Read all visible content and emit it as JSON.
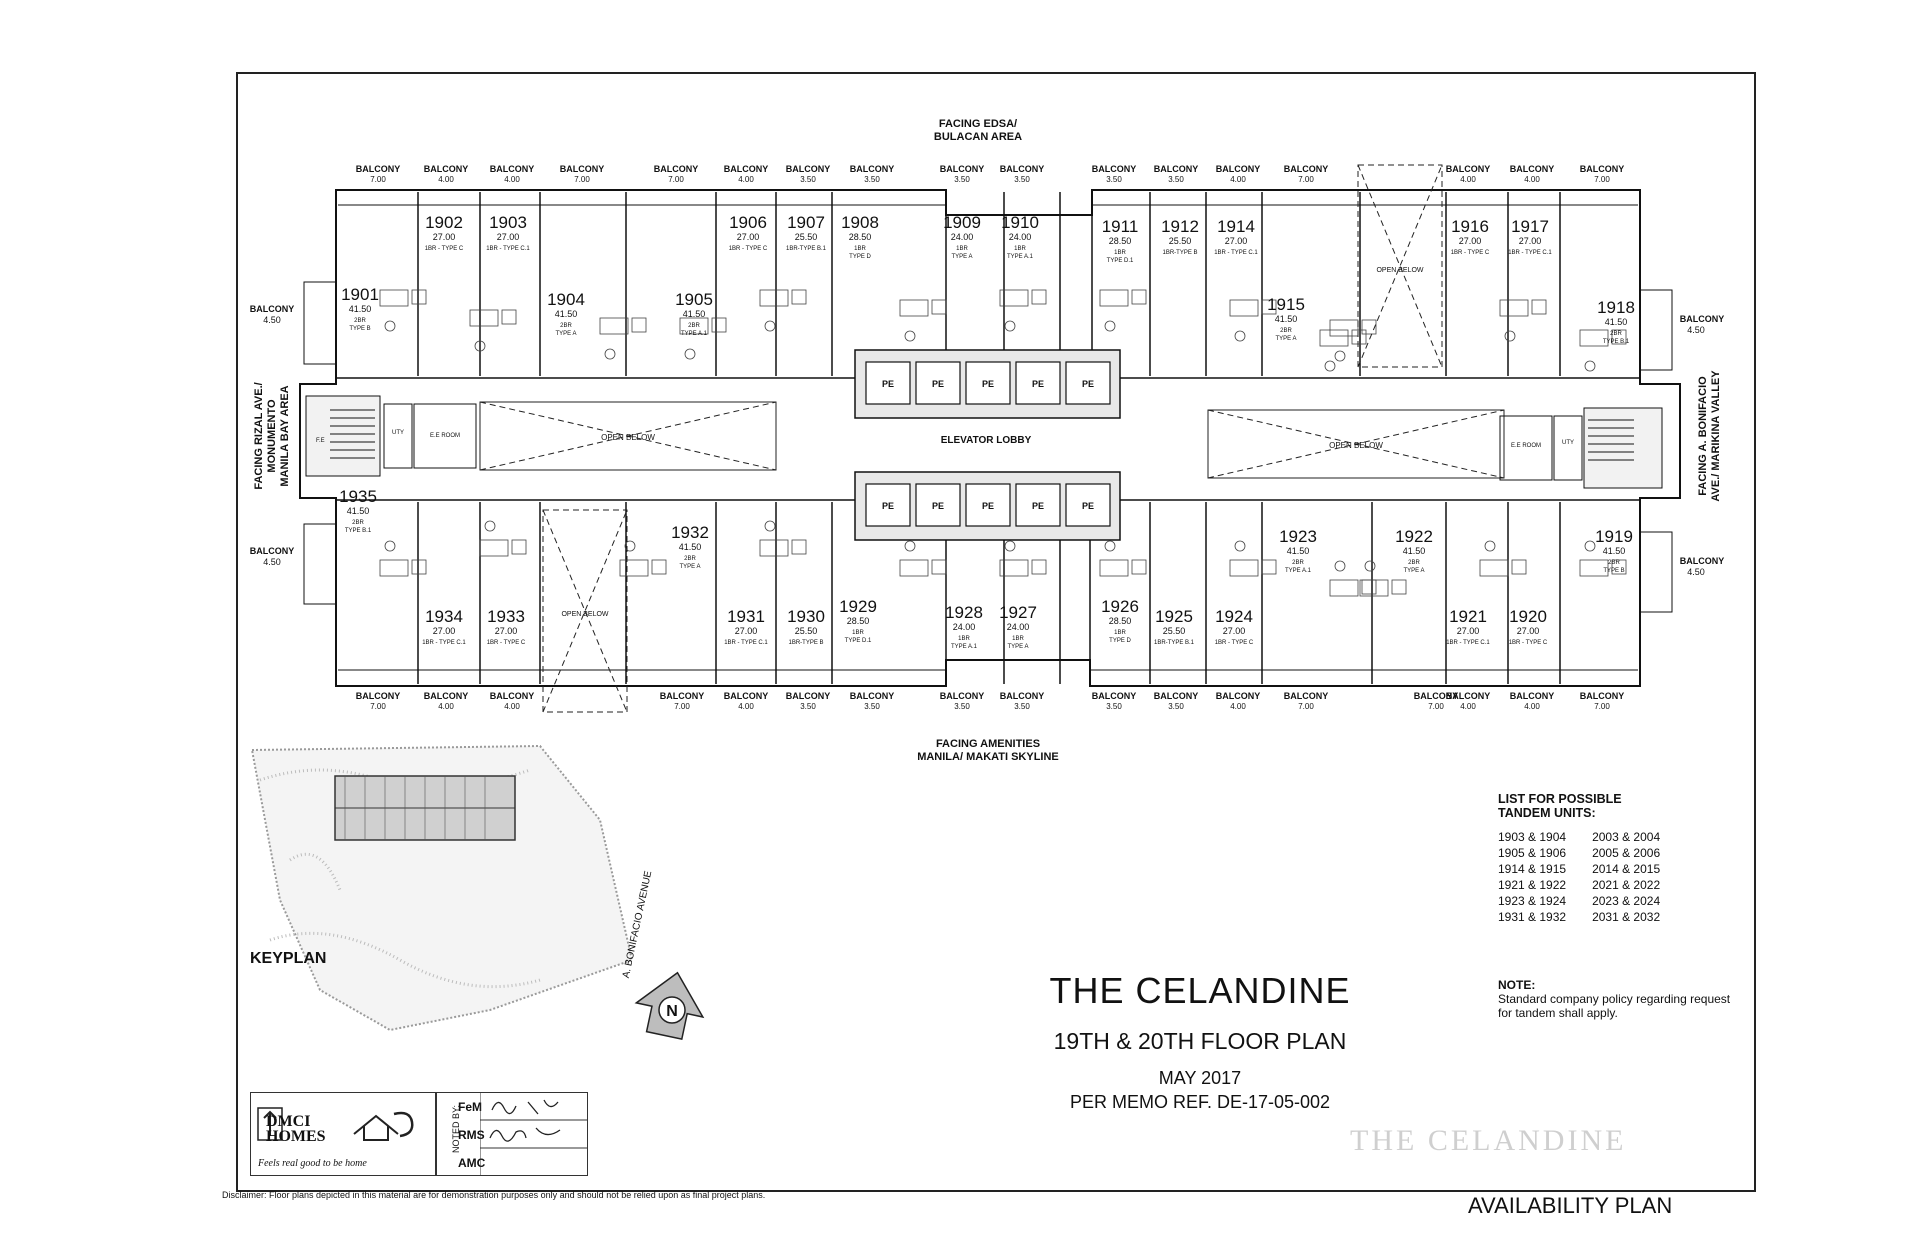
{
  "facing": {
    "top_1": "FACING EDSA/",
    "top_2": "BULACAN AREA",
    "bottom_1": "FACING AMENITIES",
    "bottom_2": "MANILA/ MAKATI SKYLINE",
    "left_1": "FACING RIZAL AVE./",
    "left_2": "MONUMENTO",
    "left_3": "MANILA BAY AREA",
    "right_1": "FACING A. BONIFACIO",
    "right_2": "AVE./ MARIKINA VALLEY"
  },
  "common": {
    "elevator_lobby": "ELEVATOR LOBBY",
    "open_below": "OPEN BELOW",
    "pe": "PE",
    "ee_room": "E.E ROOM",
    "fe": "F.E",
    "uty": "UTY",
    "balcony": "BALCONY",
    "avenue": "A. BONIFACIO AVENUE",
    "north": "N"
  },
  "balconies_top": [
    "7.00",
    "4.00",
    "4.00",
    "7.00",
    "7.00",
    "4.00",
    "3.50",
    "3.50",
    "3.50",
    "3.50",
    "3.50",
    "3.50",
    "4.00",
    "7.00",
    "4.00",
    "4.00",
    "7.00"
  ],
  "balconies_bottom": [
    "7.00",
    "4.00",
    "4.00",
    "7.00",
    "4.00",
    "3.50",
    "3.50",
    "3.50",
    "3.50",
    "3.50",
    "3.50",
    "4.00",
    "7.00",
    "7.00",
    "4.00",
    "4.00",
    "7.00"
  ],
  "balconies_side": {
    "left_top": "4.50",
    "left_bottom": "4.50",
    "right_top": "4.50",
    "right_bottom": "4.50"
  },
  "units_top": [
    {
      "num": "1901",
      "area": "41.50",
      "type1": "2BR",
      "type2": "TYPE B"
    },
    {
      "num": "1902",
      "area": "27.00",
      "type1": "1BR - TYPE C",
      "type2": ""
    },
    {
      "num": "1903",
      "area": "27.00",
      "type1": "1BR - TYPE C.1",
      "type2": ""
    },
    {
      "num": "1904",
      "area": "41.50",
      "type1": "2BR",
      "type2": "TYPE A"
    },
    {
      "num": "1905",
      "area": "41.50",
      "type1": "2BR",
      "type2": "TYPE A.1"
    },
    {
      "num": "1906",
      "area": "27.00",
      "type1": "1BR - TYPE C",
      "type2": ""
    },
    {
      "num": "1907",
      "area": "25.50",
      "type1": "1BR-TYPE B.1",
      "type2": ""
    },
    {
      "num": "1908",
      "area": "28.50",
      "type1": "1BR",
      "type2": "TYPE D"
    },
    {
      "num": "1909",
      "area": "24.00",
      "type1": "1BR",
      "type2": "TYPE A"
    },
    {
      "num": "1910",
      "area": "24.00",
      "type1": "1BR",
      "type2": "TYPE A.1"
    },
    {
      "num": "1911",
      "area": "28.50",
      "type1": "1BR",
      "type2": "TYPE D.1"
    },
    {
      "num": "1912",
      "area": "25.50",
      "type1": "1BR-TYPE B",
      "type2": ""
    },
    {
      "num": "1914",
      "area": "27.00",
      "type1": "1BR - TYPE C.1",
      "type2": ""
    },
    {
      "num": "1915",
      "area": "41.50",
      "type1": "2BR",
      "type2": "TYPE A"
    },
    {
      "num": "1916",
      "area": "27.00",
      "type1": "1BR - TYPE C",
      "type2": ""
    },
    {
      "num": "1917",
      "area": "27.00",
      "type1": "1BR - TYPE C.1",
      "type2": ""
    },
    {
      "num": "1918",
      "area": "41.50",
      "type1": "2BR",
      "type2": "TYPE B.1"
    }
  ],
  "units_bottom": [
    {
      "num": "1935",
      "area": "41.50",
      "type1": "2BR",
      "type2": "TYPE B.1"
    },
    {
      "num": "1934",
      "area": "27.00",
      "type1": "1BR - TYPE C.1",
      "type2": ""
    },
    {
      "num": "1933",
      "area": "27.00",
      "type1": "1BR - TYPE C",
      "type2": ""
    },
    {
      "num": "1932",
      "area": "41.50",
      "type1": "2BR",
      "type2": "TYPE A"
    },
    {
      "num": "1931",
      "area": "27.00",
      "type1": "1BR - TYPE C.1",
      "type2": ""
    },
    {
      "num": "1930",
      "area": "25.50",
      "type1": "1BR-TYPE B",
      "type2": ""
    },
    {
      "num": "1929",
      "area": "28.50",
      "type1": "1BR",
      "type2": "TYPE D.1"
    },
    {
      "num": "1928",
      "area": "24.00",
      "type1": "1BR",
      "type2": "TYPE A.1"
    },
    {
      "num": "1927",
      "area": "24.00",
      "type1": "1BR",
      "type2": "TYPE A"
    },
    {
      "num": "1926",
      "area": "28.50",
      "type1": "1BR",
      "type2": "TYPE D"
    },
    {
      "num": "1925",
      "area": "25.50",
      "type1": "1BR-TYPE B.1",
      "type2": ""
    },
    {
      "num": "1924",
      "area": "27.00",
      "type1": "1BR - TYPE C",
      "type2": ""
    },
    {
      "num": "1923",
      "area": "41.50",
      "type1": "2BR",
      "type2": "TYPE A.1"
    },
    {
      "num": "1922",
      "area": "41.50",
      "type1": "2BR",
      "type2": "TYPE A"
    },
    {
      "num": "1921",
      "area": "27.00",
      "type1": "1BR - TYPE C.1",
      "type2": ""
    },
    {
      "num": "1920",
      "area": "27.00",
      "type1": "1BR - TYPE C",
      "type2": ""
    },
    {
      "num": "1919",
      "area": "41.50",
      "type1": "2BR",
      "type2": "TYPE B"
    }
  ],
  "keyplan_label": "KEYPLAN",
  "title": {
    "project": "THE CELANDINE",
    "floor": "19TH & 20TH FLOOR PLAN",
    "date": "MAY 2017",
    "memo": "PER MEMO REF. DE-17-05-002"
  },
  "tandem": {
    "heading_1": "LIST FOR POSSIBLE",
    "heading_2": "TANDEM UNITS:",
    "rows": [
      [
        "1903 & 1904",
        "2003 & 2004"
      ],
      [
        "1905 & 1906",
        "2005 & 2006"
      ],
      [
        "1914 & 1915",
        "2014 & 2015"
      ],
      [
        "1921 & 1922",
        "2021 & 2022"
      ],
      [
        "1923 & 1924",
        "2023 & 2024"
      ],
      [
        "1931 & 1932",
        "2031 & 2032"
      ]
    ]
  },
  "note": {
    "heading": "NOTE:",
    "text": "Standard company policy regarding request for tandem shall apply."
  },
  "logo": {
    "line1": "DMCI",
    "line2": "HOMES",
    "tagline": "Feels real good to be home"
  },
  "noted_by": {
    "label": "NOTED BY:",
    "rows": [
      "FeM",
      "RMS",
      "AMC"
    ]
  },
  "watermark": "THE CELANDINE",
  "disclaimer": "Disclaimer:  Floor plans depicted in this material are for demonstration purposes only and should not be relied upon as final project plans.",
  "availability": "AVAILABILITY PLAN"
}
